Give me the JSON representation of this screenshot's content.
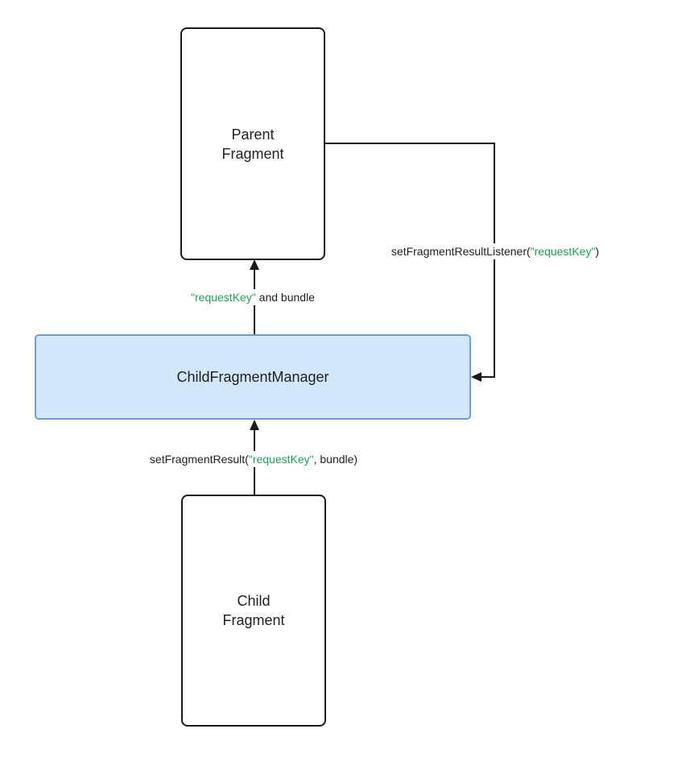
{
  "colors": {
    "line": "#1b1b1b",
    "text": "#212121",
    "green": "#21a05a",
    "box-fill": "#d3e7fa",
    "box-border": "#6b9fd6"
  },
  "nodes": {
    "parent": {
      "label": "Parent\nFragment"
    },
    "manager": {
      "label": "ChildFragmentManager"
    },
    "child": {
      "label": "Child\nFragment"
    }
  },
  "edges": {
    "listener": {
      "pre": "setFragmentResultListener(",
      "key": "\"requestKey\"",
      "post": ")"
    },
    "deliver": {
      "key": "\"requestKey\"",
      "post": " and bundle"
    },
    "result": {
      "pre": "setFragmentResult(",
      "key": "\"requestKey\"",
      "post": ", bundle)"
    }
  }
}
